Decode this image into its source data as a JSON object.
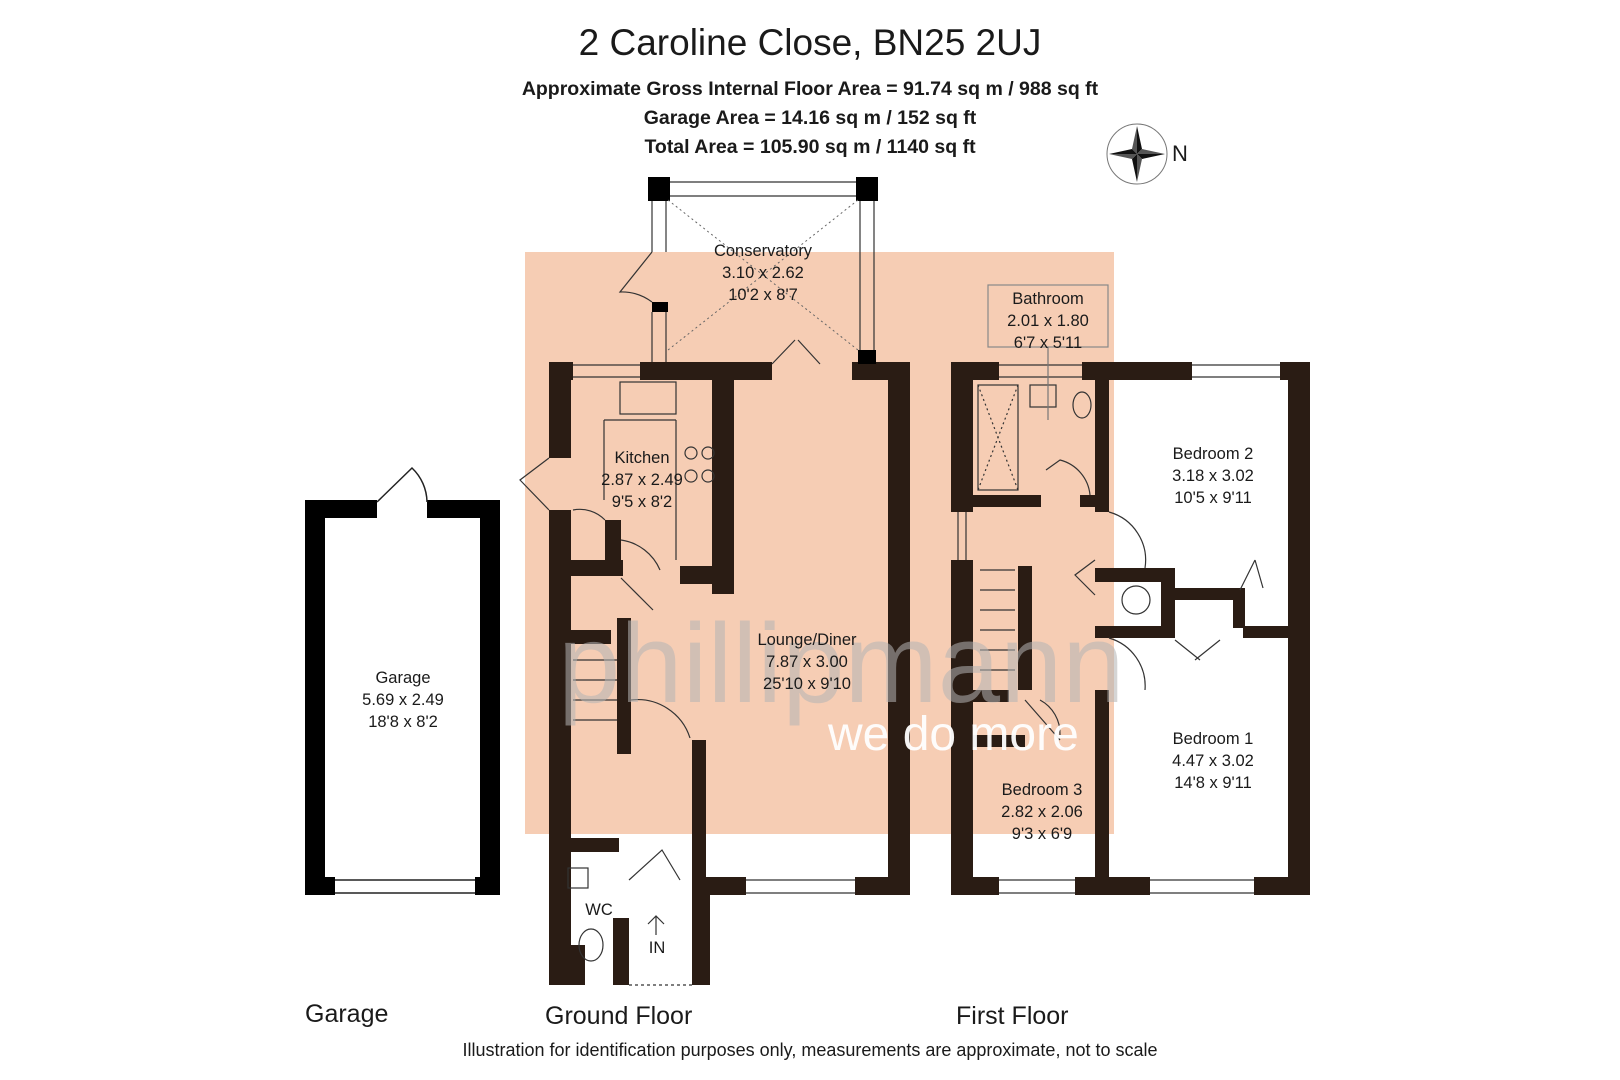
{
  "header": {
    "title": "2 Caroline Close, BN25 2UJ",
    "gross_area": "Approximate Gross Internal Floor Area = 91.74 sq m / 988 sq ft",
    "garage_area": "Garage Area = 14.16 sq m / 152 sq ft",
    "total_area": "Total Area = 105.90 sq m / 1140 sq ft"
  },
  "compass": {
    "label": "N",
    "icon": "compass-rose-icon"
  },
  "floors": {
    "garage": "Garage",
    "ground": "Ground Floor",
    "first": "First Floor"
  },
  "rooms": {
    "conservatory": {
      "name": "Conservatory",
      "metric": "3.10 x 2.62",
      "imperial": "10'2 x 8'7"
    },
    "kitchen": {
      "name": "Kitchen",
      "metric": "2.87 x 2.49",
      "imperial": "9'5 x 8'2"
    },
    "lounge": {
      "name": "Lounge/Diner",
      "metric": "7.87 x 3.00",
      "imperial": "25'10 x 9'10"
    },
    "garage": {
      "name": "Garage",
      "metric": "5.69 x 2.49",
      "imperial": "18'8 x 8'2"
    },
    "bathroom": {
      "name": "Bathroom",
      "metric": "2.01 x 1.80",
      "imperial": "6'7 x 5'11"
    },
    "bedroom2": {
      "name": "Bedroom 2",
      "metric": "3.18 x 3.02",
      "imperial": "10'5 x 9'11"
    },
    "bedroom1": {
      "name": "Bedroom 1",
      "metric": "4.47 x 3.02",
      "imperial": "14'8 x 9'11"
    },
    "bedroom3": {
      "name": "Bedroom 3",
      "metric": "2.82 x 2.06",
      "imperial": "9'3 x 6'9"
    },
    "wc": {
      "name": "WC"
    },
    "entrance": {
      "name": "IN"
    }
  },
  "watermark": {
    "brand": "phillipmann",
    "tagline": "we do more"
  },
  "disclaimer": "Illustration for identification purposes only, measurements are approximate, not to scale",
  "colors": {
    "highlight": "#f6cdb4",
    "wall": "#2a1c14"
  }
}
